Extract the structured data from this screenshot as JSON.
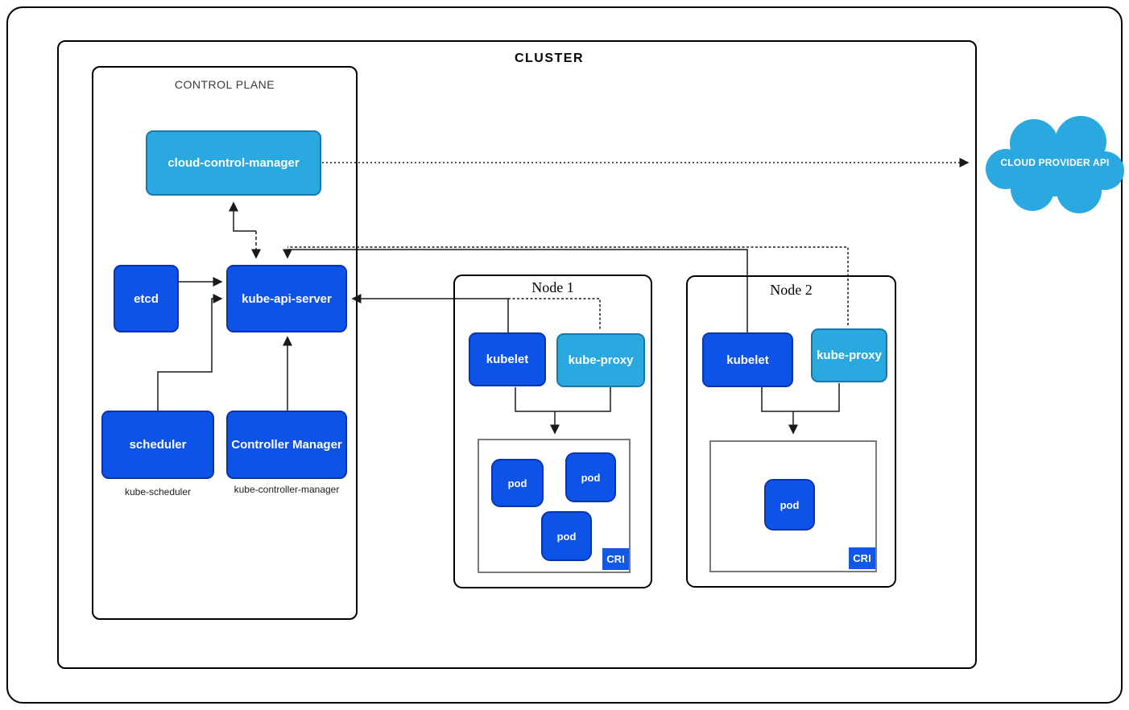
{
  "colors": {
    "dark_blue": "#0d53e8",
    "dark_blue_border": "#0a34ae",
    "light_blue": "#29a9e0",
    "light_blue_border": "#1878ab",
    "cri_badge_blue": "#1258e8",
    "line_color": "#1a1a1a",
    "cri_border_gray": "#7b7b7b"
  },
  "cluster_label": "CLUSTER",
  "control_plane": {
    "label": "CONTROL PLANE",
    "cloud_control_manager_label": "cloud-control-manager",
    "etcd_label": "etcd",
    "kube_api_server_label": "kube-api-server",
    "scheduler_label": "scheduler",
    "scheduler_caption": "kube-scheduler",
    "controller_manager_label": "Controller Manager",
    "controller_manager_caption": "kube-controller-manager"
  },
  "nodes": [
    {
      "label": "Node 1",
      "kubelet_label": "kubelet",
      "kube_proxy_label": "kube-proxy",
      "cri_label": "CRI",
      "pod_labels": [
        "pod",
        "pod",
        "pod"
      ]
    },
    {
      "label": "Node 2",
      "kubelet_label": "kubelet",
      "kube_proxy_label": "kube-proxy",
      "cri_label": "CRI",
      "pod_labels": [
        "pod"
      ]
    }
  ],
  "cloud": {
    "label": "CLOUD PROVIDER API"
  }
}
